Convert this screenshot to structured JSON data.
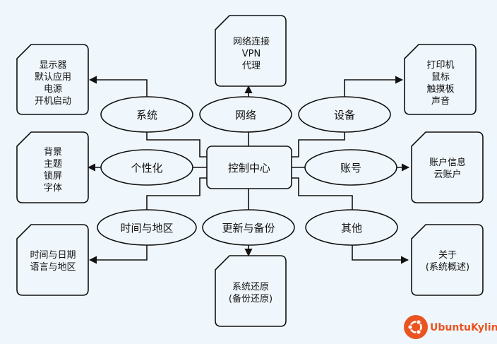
{
  "center": {
    "label": "控制中心"
  },
  "categories": {
    "system": {
      "label": "系统"
    },
    "network": {
      "label": "网络"
    },
    "devices": {
      "label": "设备"
    },
    "personalize": {
      "label": "个性化"
    },
    "account": {
      "label": "账号"
    },
    "datetime": {
      "label": "时间与地区"
    },
    "update": {
      "label": "更新与备份"
    },
    "other": {
      "label": "其他"
    }
  },
  "cards": {
    "system": {
      "lines": [
        "显示器",
        "默认应用",
        "电源",
        "开机启动"
      ]
    },
    "network": {
      "lines": [
        "网络连接",
        "VPN",
        "代理"
      ]
    },
    "devices": {
      "lines": [
        "打印机",
        "鼠标",
        "触摸板",
        "声音"
      ]
    },
    "personalize": {
      "lines": [
        "背景",
        "主题",
        "锁屏",
        "字体"
      ]
    },
    "account": {
      "lines": [
        "账户信息",
        "云账户"
      ]
    },
    "datetime": {
      "lines": [
        "时间与日期",
        "语言与地区"
      ]
    },
    "update": {
      "lines": [
        "系统还原",
        "(备份还原)"
      ]
    },
    "other": {
      "lines": [
        "关于",
        "(系统概述)"
      ]
    }
  },
  "logo": {
    "text": "UbuntuKylin",
    "color": "#e95420"
  }
}
